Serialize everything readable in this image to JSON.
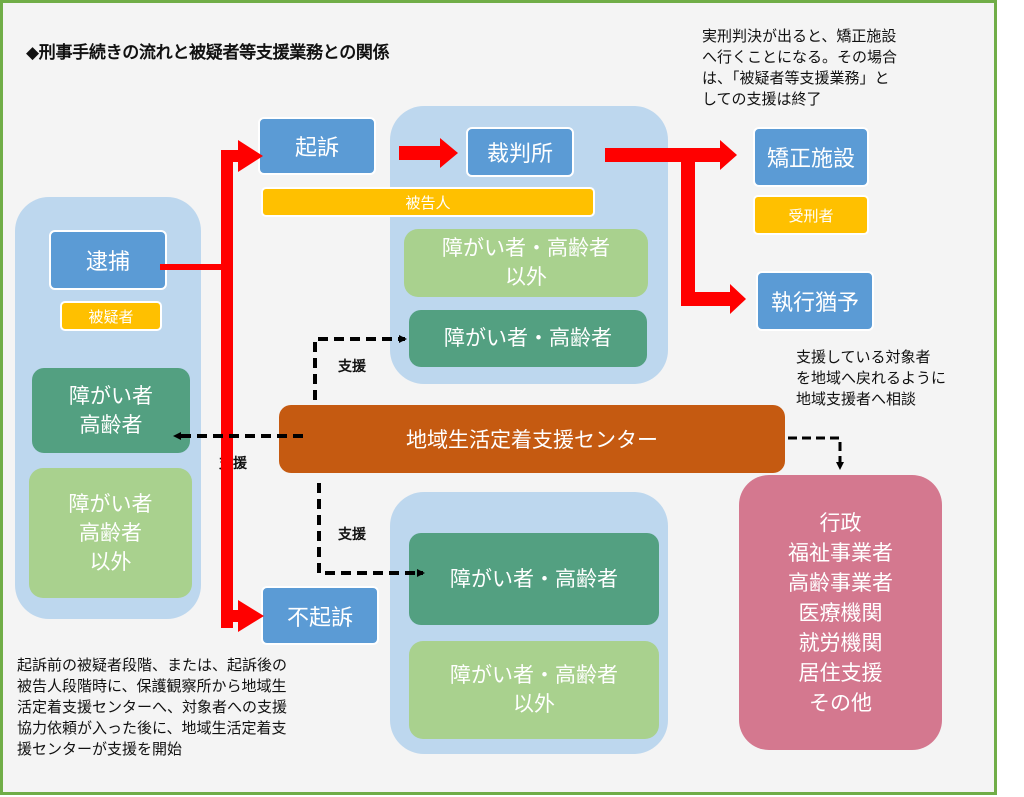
{
  "title": "◆刑事手続きの流れと被疑者等支援業務との関係",
  "notes": {
    "top_right": "実刑判決が出ると、矯正施設\nへ行くことになる。その場合\nは、「被疑者等支援業務」と\nしての支援は終了",
    "middle_right": "支援している対象者\nを地域へ戻れるように\n地域支援者へ相談",
    "bottom_left": "起訴前の被疑者段階、または、起訴後の\n被告人段階時に、保護観察所から地域生\n活定着支援センターへ、対象者への支援\n協力依頼が入った後に、地域生活定着支\n援センターが支援を開始"
  },
  "colors": {
    "frame_border": "#70ad47",
    "background": "#f4f4f4",
    "panel": "#bdd7ee",
    "stage_box": "#5b9bd5",
    "status_tag": "#ffc000",
    "target_group": "#53a081",
    "non_target_group": "#a9d18e",
    "center": "#c55a11",
    "community": "#d4788f",
    "flow_arrow": "#ff0000",
    "support_arrow": "#000000"
  },
  "stages": {
    "arrest": "逮捕",
    "indictment": "起訴",
    "court": "裁判所",
    "non_indictment": "不起訴",
    "correctional": "矯正施設",
    "suspended": "執行猶予"
  },
  "tags": {
    "suspect": "被疑者",
    "defendant": "被告人",
    "prisoner": "受刑者"
  },
  "groups": {
    "left_target": "障がい者\n高齢者",
    "left_other": "障がい者\n高齢者\n以外",
    "court_other": "障がい者・高齢者\n以外",
    "court_target": "障がい者・高齢者",
    "nonind_target": "障がい者・高齢者",
    "nonind_other": "障がい者・高齢者\n以外"
  },
  "center": "地域生活定着支援センター",
  "support_labels": {
    "to_court": "支援",
    "to_left": "支援",
    "to_nonind": "支援"
  },
  "community": "行政\n福祉事業者\n高齢事業者\n医療機関\n就労機関\n居住支援\nその他"
}
